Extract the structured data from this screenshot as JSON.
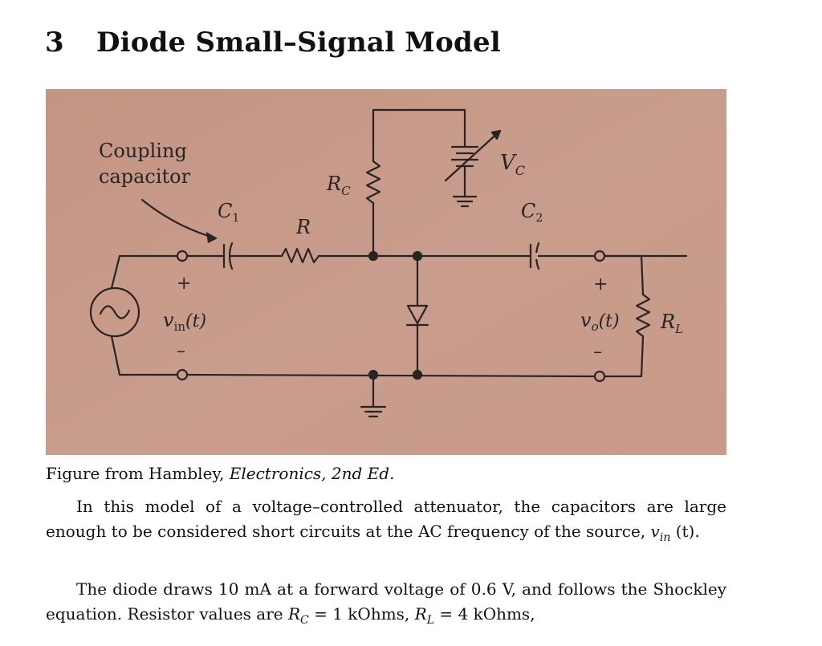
{
  "section": {
    "number": "3",
    "title": "Diode Small–Signal Model"
  },
  "figure": {
    "annotation_coupling": "Coupling",
    "annotation_capacitor": "capacitor",
    "label_c1": "C",
    "label_c1_sub": "1",
    "label_r": "R",
    "label_rc": "R",
    "label_rc_sub": "C",
    "label_vc": "V",
    "label_vc_sub": "C",
    "label_c2": "C",
    "label_c2_sub": "2",
    "label_vin": "v",
    "label_vin_sub": "in",
    "label_vin_arg": "(t)",
    "label_vo": "v",
    "label_vo_sub": "o",
    "label_vo_arg": "(t)",
    "label_rl": "R",
    "label_rl_sub": "L",
    "plus": "+",
    "minus": "–",
    "photo_bg": "#c79a8a",
    "ink": "#2a2324"
  },
  "caption": {
    "prefix": "Figure from Hambley, ",
    "source": "Electronics, 2nd Ed."
  },
  "paragraphs": {
    "p1_text": "In this model of a voltage–controlled attenuator, the capacitors are large enough to be considered short circuits at the AC frequency of the source, ",
    "p1_var": "v",
    "p1_var_sub": "in",
    "p1_tail": " (t).",
    "p2_text": "The diode draws 10 mA at a forward voltage of 0.6 V, and follows the Shockley equation. Resistor values are ",
    "p2_rc": "R",
    "p2_rc_sub": "C",
    "p2_rc_val": " = 1 kOhms, ",
    "p2_rl": "R",
    "p2_rl_sub": "L",
    "p2_rl_val": " = 4 kOhms,"
  }
}
